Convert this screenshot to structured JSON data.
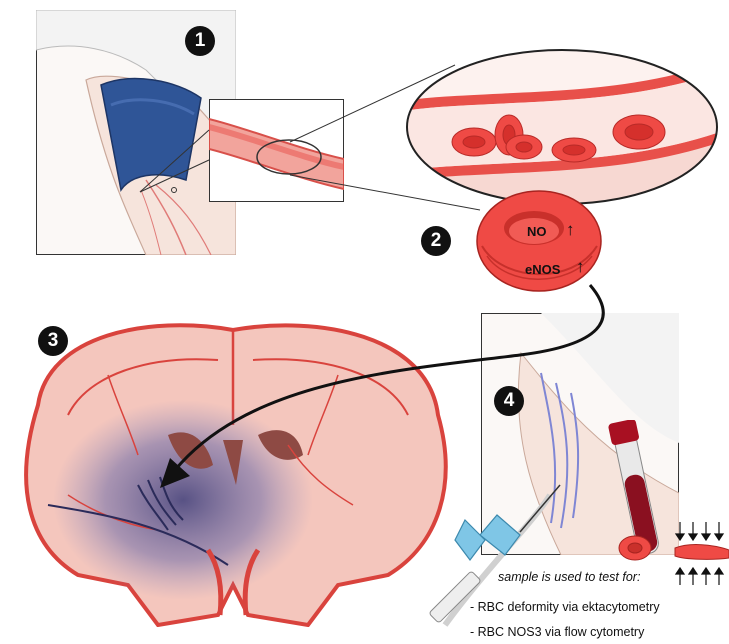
{
  "panels": {
    "p1": {
      "number": "1"
    },
    "p2": {
      "number": "2",
      "marker_1": "NO",
      "marker_2": "eNOS",
      "arrow": "↑"
    },
    "p3": {
      "number": "3"
    },
    "p4": {
      "number": "4"
    }
  },
  "caption": {
    "heading": "sample is used to test for:",
    "items": [
      "- RBC deformity via ektacytometry",
      "- RBC NOS3 via flow cytometry"
    ]
  },
  "colors": {
    "cuff": "#2f5597",
    "vessel": "#e8504a",
    "rbc": "#ef4a45",
    "brain_tissue": "#f4c6bd",
    "ischemia": "#4a4b8c",
    "tube_blood": "#8a1020",
    "needle_wings": "#7fc6e6"
  },
  "icons": [
    "blood-pressure-cuff",
    "blood-vessel-magnifier",
    "red-blood-cell",
    "brain-coronal-section",
    "blood-draw-needle",
    "blood-sample-tube"
  ]
}
